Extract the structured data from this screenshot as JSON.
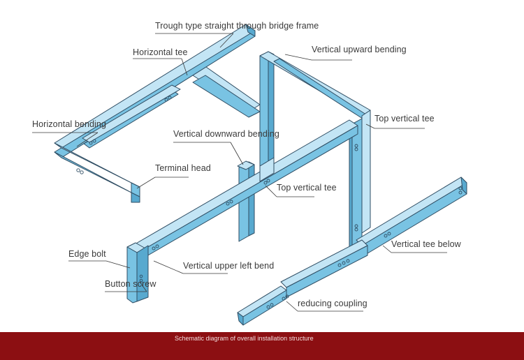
{
  "labels": {
    "trough_frame": "Trough type straight through bridge frame",
    "horizontal_tee": "Horizontal tee",
    "vertical_upward_bending": "Vertical upward bending",
    "horizontal_bending": "Horizontal bending",
    "vertical_downward_bending": "Vertical downward bending",
    "top_vertical_tee_upper": "Top vertical tee",
    "terminal_head": "Terminal head",
    "top_vertical_tee_lower": "Top vertical tee",
    "vertical_tee_below": "Vertical tee below",
    "edge_bolt": "Edge bolt",
    "vertical_upper_left_bend": "Vertical upper left bend",
    "button_screw": "Button screw",
    "reducing_coupling": "reducing coupling"
  },
  "footer": {
    "caption": "Schematic diagram of overall installation structure"
  },
  "colors": {
    "tray_top": "#c3e5f5",
    "tray_side": "#79c3e3",
    "tray_dark": "#58a9cf",
    "outline": "#2f4d63",
    "footer_bar": "#8c0f12"
  }
}
